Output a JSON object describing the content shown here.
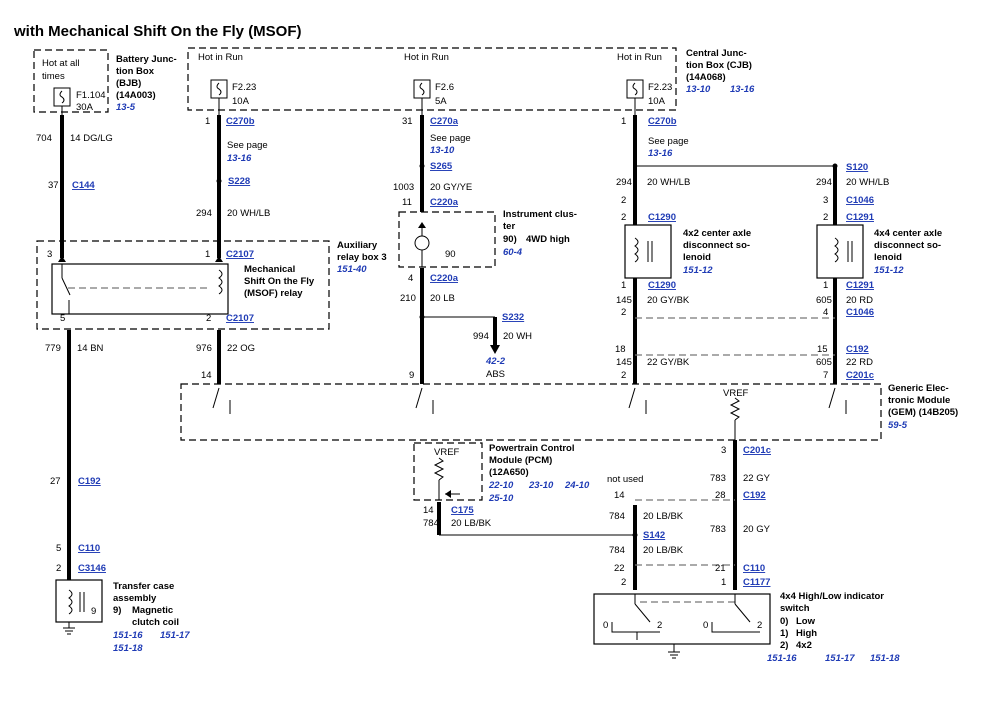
{
  "title": "with Mechanical Shift On the Fly (MSOF)",
  "bjb": {
    "hot": [
      "Hot at all",
      "times"
    ],
    "name": [
      "Battery Junc-",
      "tion Box",
      "(BJB)",
      "(14A003)"
    ],
    "link": "13-5",
    "fuse": "F1.104",
    "amps": "30A"
  },
  "cjb": {
    "name": [
      "Central Junc-",
      "tion Box (CJB)",
      "(14A068)"
    ],
    "links": [
      "13-10",
      "13-16"
    ],
    "hot": "Hot in Run",
    "fuses": [
      {
        "id": "F2.23",
        "amps": "10A"
      },
      {
        "id": "F2.6",
        "amps": "5A"
      },
      {
        "id": "F2.23",
        "amps": "10A"
      }
    ]
  },
  "see_page": "See page",
  "relay": {
    "name": [
      "Mechanical",
      "Shift On the Fly",
      "(MSOF) relay"
    ],
    "box": "Auxiliary",
    "box2": "relay box 3",
    "link": "151-40"
  },
  "cluster": {
    "name": [
      "Instrument clus-",
      "ter"
    ],
    "pin": "90)",
    "pin_label": "4WD high",
    "link": "60-4",
    "num": "90"
  },
  "abs": {
    "label": "ABS",
    "link": "42-2"
  },
  "sol_4x2": {
    "name": [
      "4x2 center axle",
      "disconnect so-",
      "lenoid"
    ],
    "link": "151-12"
  },
  "sol_4x4": {
    "name": [
      "4x4 center axle",
      "disconnect so-",
      "lenoid"
    ],
    "link": "151-12"
  },
  "gem": {
    "name": [
      "Generic Elec-",
      "tronic Module",
      "(GEM) (14B205)"
    ],
    "link": "59-5",
    "vref": "VREF"
  },
  "pcm": {
    "name": [
      "Powertrain Control",
      "Module (PCM)",
      "(12A650)"
    ],
    "links": [
      "22-10",
      "23-10",
      "24-10",
      "25-10"
    ],
    "vref": "VREF"
  },
  "transfer": {
    "name": [
      "Transfer case",
      "assembly"
    ],
    "pin": "9)",
    "pin_label": [
      "Magnetic",
      "clutch coil"
    ],
    "num": "9",
    "links": [
      "151-16",
      "151-17",
      "151-18"
    ]
  },
  "switch": {
    "name": [
      "4x4 High/Low indicator",
      "switch"
    ],
    "states": [
      [
        "0)",
        "Low"
      ],
      [
        "1)",
        "High"
      ],
      [
        "2)",
        "4x2"
      ]
    ],
    "links": [
      "151-16",
      "151-17",
      "151-18"
    ],
    "pos": [
      "0",
      "2",
      "0",
      "2"
    ]
  },
  "not_used": "not used",
  "connectors": {
    "c270b": "C270b",
    "c270a": "C270a",
    "c144": "C144",
    "s228": "S228",
    "s265": "S265",
    "c220a": "C220a",
    "c2107": "C2107",
    "s232": "S232",
    "s120": "S120",
    "c1046": "C1046",
    "c1290": "C1290",
    "c1291": "C1291",
    "c192": "C192",
    "c201c": "C201c",
    "c175": "C175",
    "s142": "S142",
    "c110": "C110",
    "c3146": "C3146",
    "c1177": "C1177"
  },
  "circuits": {
    "c704": "704",
    "w704": "14 DG/LG",
    "c294": "294",
    "w294": "20 WH/LB",
    "c1003": "1003",
    "w1003": "20 GY/YE",
    "c210": "210",
    "w210": "20 LB",
    "c994": "994",
    "w994": "20 WH",
    "c779": "779",
    "w779": "14 BN",
    "c976": "976",
    "w976": "22 OG",
    "c145": "145",
    "w145a": "20 GY/BK",
    "w145b": "22 GY/BK",
    "c605": "605",
    "w605a": "20 RD",
    "w605b": "22 RD",
    "c783": "783",
    "w783a": "22 GY",
    "w783b": "20 GY",
    "c784": "784",
    "w784": "20 LB/BK"
  },
  "pins": {
    "p1": "1",
    "p2": "2",
    "p3": "3",
    "p4": "4",
    "p5": "5",
    "p7": "7",
    "p9": "9",
    "p11": "11",
    "p14": "14",
    "p15": "15",
    "p18": "18",
    "p21": "21",
    "p22": "22",
    "p27": "27",
    "p28": "28",
    "p31": "31",
    "p37": "37"
  }
}
